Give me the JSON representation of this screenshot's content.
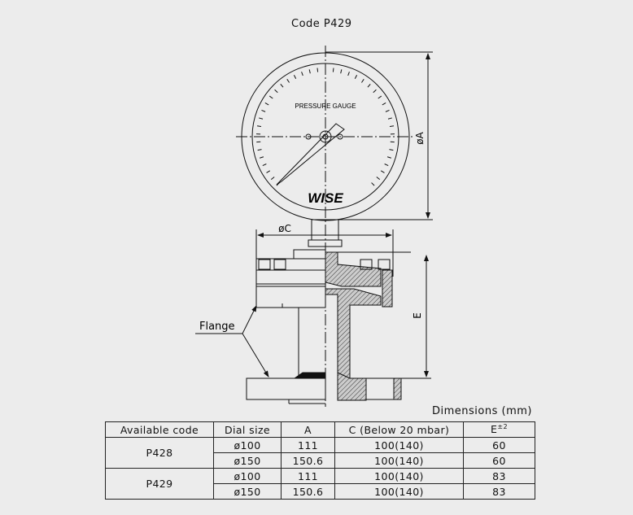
{
  "title": "Code P429",
  "drawing": {
    "dial_text": "PRESSURE GAUGE",
    "brand_logo": "WISE",
    "dim_a": "øA",
    "dim_c": "øC",
    "dim_e": "E",
    "flange_label": "Flange"
  },
  "table": {
    "units_note": "Dimensions (mm)",
    "headers": [
      "Available code",
      "Dial size",
      "A",
      "C (Below 20 mbar)",
      "E",
      "±2"
    ],
    "groups": [
      {
        "code": "P428",
        "rows": [
          {
            "dial": "ø100",
            "a": "111",
            "c": "100(140)",
            "e": "60"
          },
          {
            "dial": "ø150",
            "a": "150.6",
            "c": "100(140)",
            "e": "60"
          }
        ]
      },
      {
        "code": "P429",
        "rows": [
          {
            "dial": "ø100",
            "a": "111",
            "c": "100(140)",
            "e": "83"
          },
          {
            "dial": "ø150",
            "a": "150.6",
            "c": "100(140)",
            "e": "83"
          }
        ]
      }
    ]
  }
}
